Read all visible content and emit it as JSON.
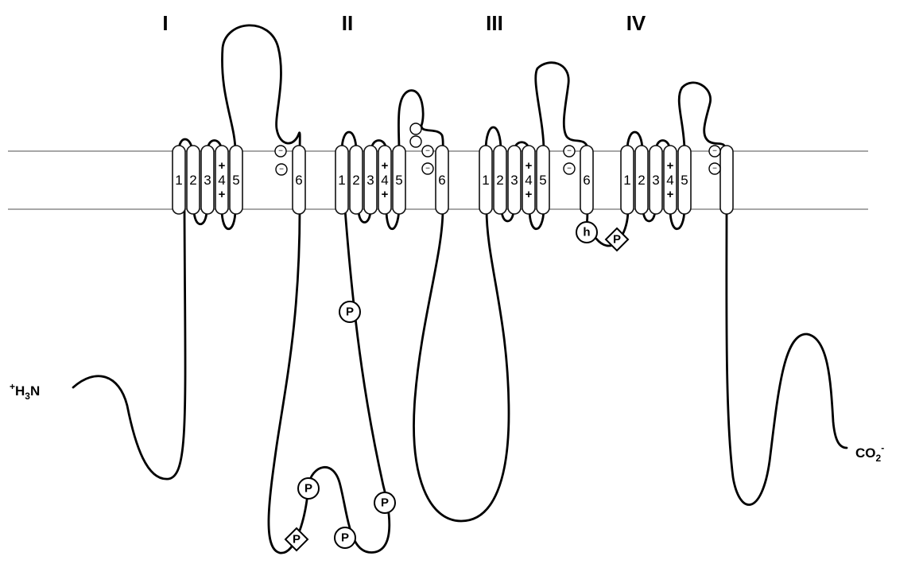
{
  "domains": [
    "I",
    "II",
    "III",
    "IV"
  ],
  "segments": [
    "1",
    "2",
    "3",
    "4",
    "5",
    "6"
  ],
  "charges": {
    "plus": "+",
    "negative": "−"
  },
  "termini": {
    "n": {
      "sup": "+",
      "base": "H",
      "sub": "3",
      "tail": "N"
    },
    "c": {
      "base": "CO",
      "sub": "2",
      "sup": "-"
    }
  },
  "markers": {
    "phospho": "P",
    "inactivation": "h"
  },
  "colors": {
    "membrane": "#8a8a8a",
    "ink": "#000000",
    "fill": "#ffffff"
  }
}
